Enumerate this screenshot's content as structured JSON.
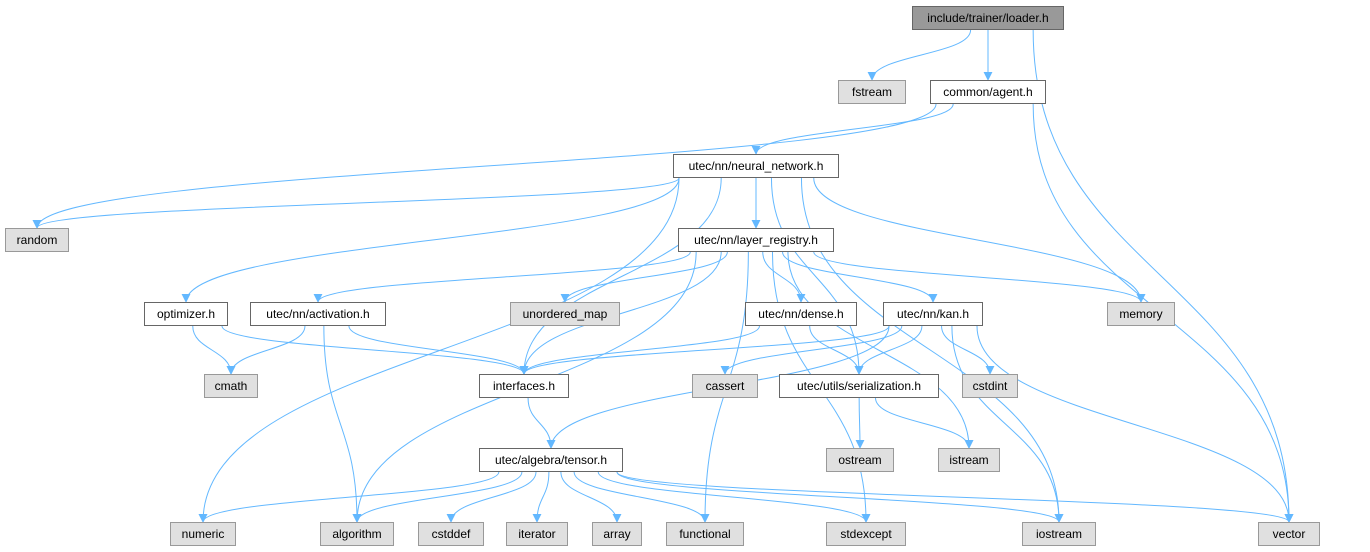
{
  "graph": {
    "edge_color": "#63b8ff",
    "nodes": {
      "loader": {
        "label": "include/trainer/loader.h",
        "kind": "root"
      },
      "fstream": {
        "label": "fstream",
        "kind": "sys"
      },
      "agent": {
        "label": "common/agent.h",
        "kind": "file"
      },
      "neural_network": {
        "label": "utec/nn/neural_network.h",
        "kind": "file"
      },
      "random": {
        "label": "random",
        "kind": "sys"
      },
      "layer_registry": {
        "label": "utec/nn/layer_registry.h",
        "kind": "file"
      },
      "optimizer": {
        "label": "optimizer.h",
        "kind": "file"
      },
      "activation": {
        "label": "utec/nn/activation.h",
        "kind": "file"
      },
      "unordered_map": {
        "label": "unordered_map",
        "kind": "sys"
      },
      "dense": {
        "label": "utec/nn/dense.h",
        "kind": "file"
      },
      "kan": {
        "label": "utec/nn/kan.h",
        "kind": "file"
      },
      "memory": {
        "label": "memory",
        "kind": "sys"
      },
      "cmath": {
        "label": "cmath",
        "kind": "sys"
      },
      "interfaces": {
        "label": "interfaces.h",
        "kind": "file"
      },
      "cassert": {
        "label": "cassert",
        "kind": "sys"
      },
      "serialization": {
        "label": "utec/utils/serialization.h",
        "kind": "file"
      },
      "cstdint": {
        "label": "cstdint",
        "kind": "sys"
      },
      "ostream": {
        "label": "ostream",
        "kind": "sys"
      },
      "istream": {
        "label": "istream",
        "kind": "sys"
      },
      "tensor": {
        "label": "utec/algebra/tensor.h",
        "kind": "file"
      },
      "numeric": {
        "label": "numeric",
        "kind": "sys"
      },
      "algorithm": {
        "label": "algorithm",
        "kind": "sys"
      },
      "cstddef": {
        "label": "cstddef",
        "kind": "sys"
      },
      "iterator": {
        "label": "iterator",
        "kind": "sys"
      },
      "array": {
        "label": "array",
        "kind": "sys"
      },
      "functional": {
        "label": "functional",
        "kind": "sys"
      },
      "stdexcept": {
        "label": "stdexcept",
        "kind": "sys"
      },
      "iostream": {
        "label": "iostream",
        "kind": "sys"
      },
      "vector": {
        "label": "vector",
        "kind": "sys"
      }
    },
    "edges": [
      [
        "loader",
        "fstream"
      ],
      [
        "loader",
        "agent"
      ],
      [
        "loader",
        "vector"
      ],
      [
        "agent",
        "neural_network"
      ],
      [
        "agent",
        "random"
      ],
      [
        "agent",
        "vector"
      ],
      [
        "neural_network",
        "random"
      ],
      [
        "neural_network",
        "layer_registry"
      ],
      [
        "neural_network",
        "optimizer"
      ],
      [
        "neural_network",
        "numeric"
      ],
      [
        "neural_network",
        "interfaces"
      ],
      [
        "neural_network",
        "memory"
      ],
      [
        "neural_network",
        "serialization"
      ],
      [
        "neural_network",
        "iostream"
      ],
      [
        "layer_registry",
        "activation"
      ],
      [
        "layer_registry",
        "unordered_map"
      ],
      [
        "layer_registry",
        "dense"
      ],
      [
        "layer_registry",
        "kan"
      ],
      [
        "layer_registry",
        "memory"
      ],
      [
        "layer_registry",
        "interfaces"
      ],
      [
        "layer_registry",
        "algorithm"
      ],
      [
        "layer_registry",
        "functional"
      ],
      [
        "layer_registry",
        "stdexcept"
      ],
      [
        "layer_registry",
        "istream"
      ],
      [
        "optimizer",
        "cmath"
      ],
      [
        "optimizer",
        "interfaces"
      ],
      [
        "activation",
        "cmath"
      ],
      [
        "activation",
        "interfaces"
      ],
      [
        "activation",
        "algorithm"
      ],
      [
        "dense",
        "interfaces"
      ],
      [
        "dense",
        "serialization"
      ],
      [
        "kan",
        "interfaces"
      ],
      [
        "kan",
        "serialization"
      ],
      [
        "kan",
        "cassert"
      ],
      [
        "kan",
        "cstdint"
      ],
      [
        "kan",
        "tensor"
      ],
      [
        "kan",
        "iostream"
      ],
      [
        "kan",
        "vector"
      ],
      [
        "interfaces",
        "tensor"
      ],
      [
        "serialization",
        "ostream"
      ],
      [
        "serialization",
        "istream"
      ],
      [
        "tensor",
        "numeric"
      ],
      [
        "tensor",
        "algorithm"
      ],
      [
        "tensor",
        "cstddef"
      ],
      [
        "tensor",
        "iterator"
      ],
      [
        "tensor",
        "array"
      ],
      [
        "tensor",
        "functional"
      ],
      [
        "tensor",
        "stdexcept"
      ],
      [
        "tensor",
        "iostream"
      ],
      [
        "tensor",
        "vector"
      ]
    ]
  }
}
